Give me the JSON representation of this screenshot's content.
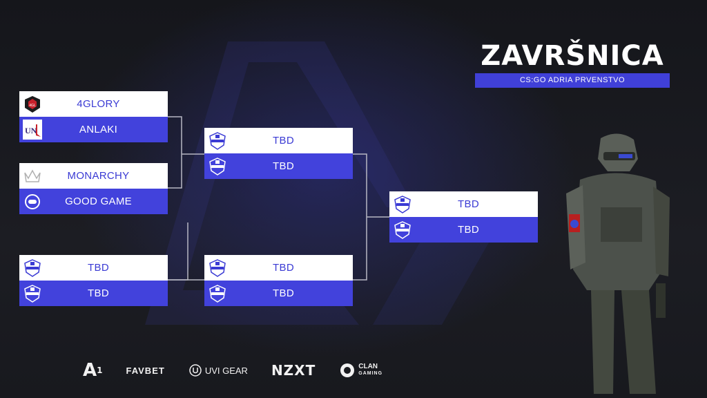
{
  "header": {
    "title": "ZAVRŠNICA",
    "subtitle": "CS:GO ADRIA PRVENSTVO"
  },
  "colors": {
    "accent": "#4242dc",
    "slot_top_bg": "#ffffff",
    "slot_top_text": "#3a3ad4",
    "slot_bottom_text": "#ffffff",
    "background": "#1a1b20"
  },
  "bracket": {
    "quarterfinals": [
      {
        "team1": {
          "name": "4GLORY",
          "icon": "4glory-logo-icon"
        },
        "team2": {
          "name": "ANLAKI",
          "icon": "anlaki-logo-icon"
        }
      },
      {
        "team1": {
          "name": "MONARCHY",
          "icon": "monarchy-crown-icon"
        },
        "team2": {
          "name": "GOOD GAME",
          "icon": "good-game-logo-icon"
        }
      },
      {
        "team1": {
          "name": "TBD",
          "icon": "prvenstvo-shield-icon"
        },
        "team2": {
          "name": "TBD",
          "icon": "prvenstvo-shield-icon"
        }
      }
    ],
    "semifinals": [
      {
        "team1": {
          "name": "TBD",
          "icon": "prvenstvo-shield-icon"
        },
        "team2": {
          "name": "TBD",
          "icon": "prvenstvo-shield-icon"
        }
      },
      {
        "team1": {
          "name": "TBD",
          "icon": "prvenstvo-shield-icon"
        },
        "team2": {
          "name": "TBD",
          "icon": "prvenstvo-shield-icon"
        }
      }
    ],
    "final": {
      "team1": {
        "name": "TBD",
        "icon": "prvenstvo-shield-icon"
      },
      "team2": {
        "name": "TBD",
        "icon": "prvenstvo-shield-icon"
      }
    }
  },
  "sponsors": {
    "a1": "A",
    "a1_sup": "1",
    "favbet": "FAVBET",
    "uvi": "UVI GEAR",
    "nzxt": "NZXT",
    "clan_line1": "CLAN",
    "clan_line2": "GAMING"
  }
}
